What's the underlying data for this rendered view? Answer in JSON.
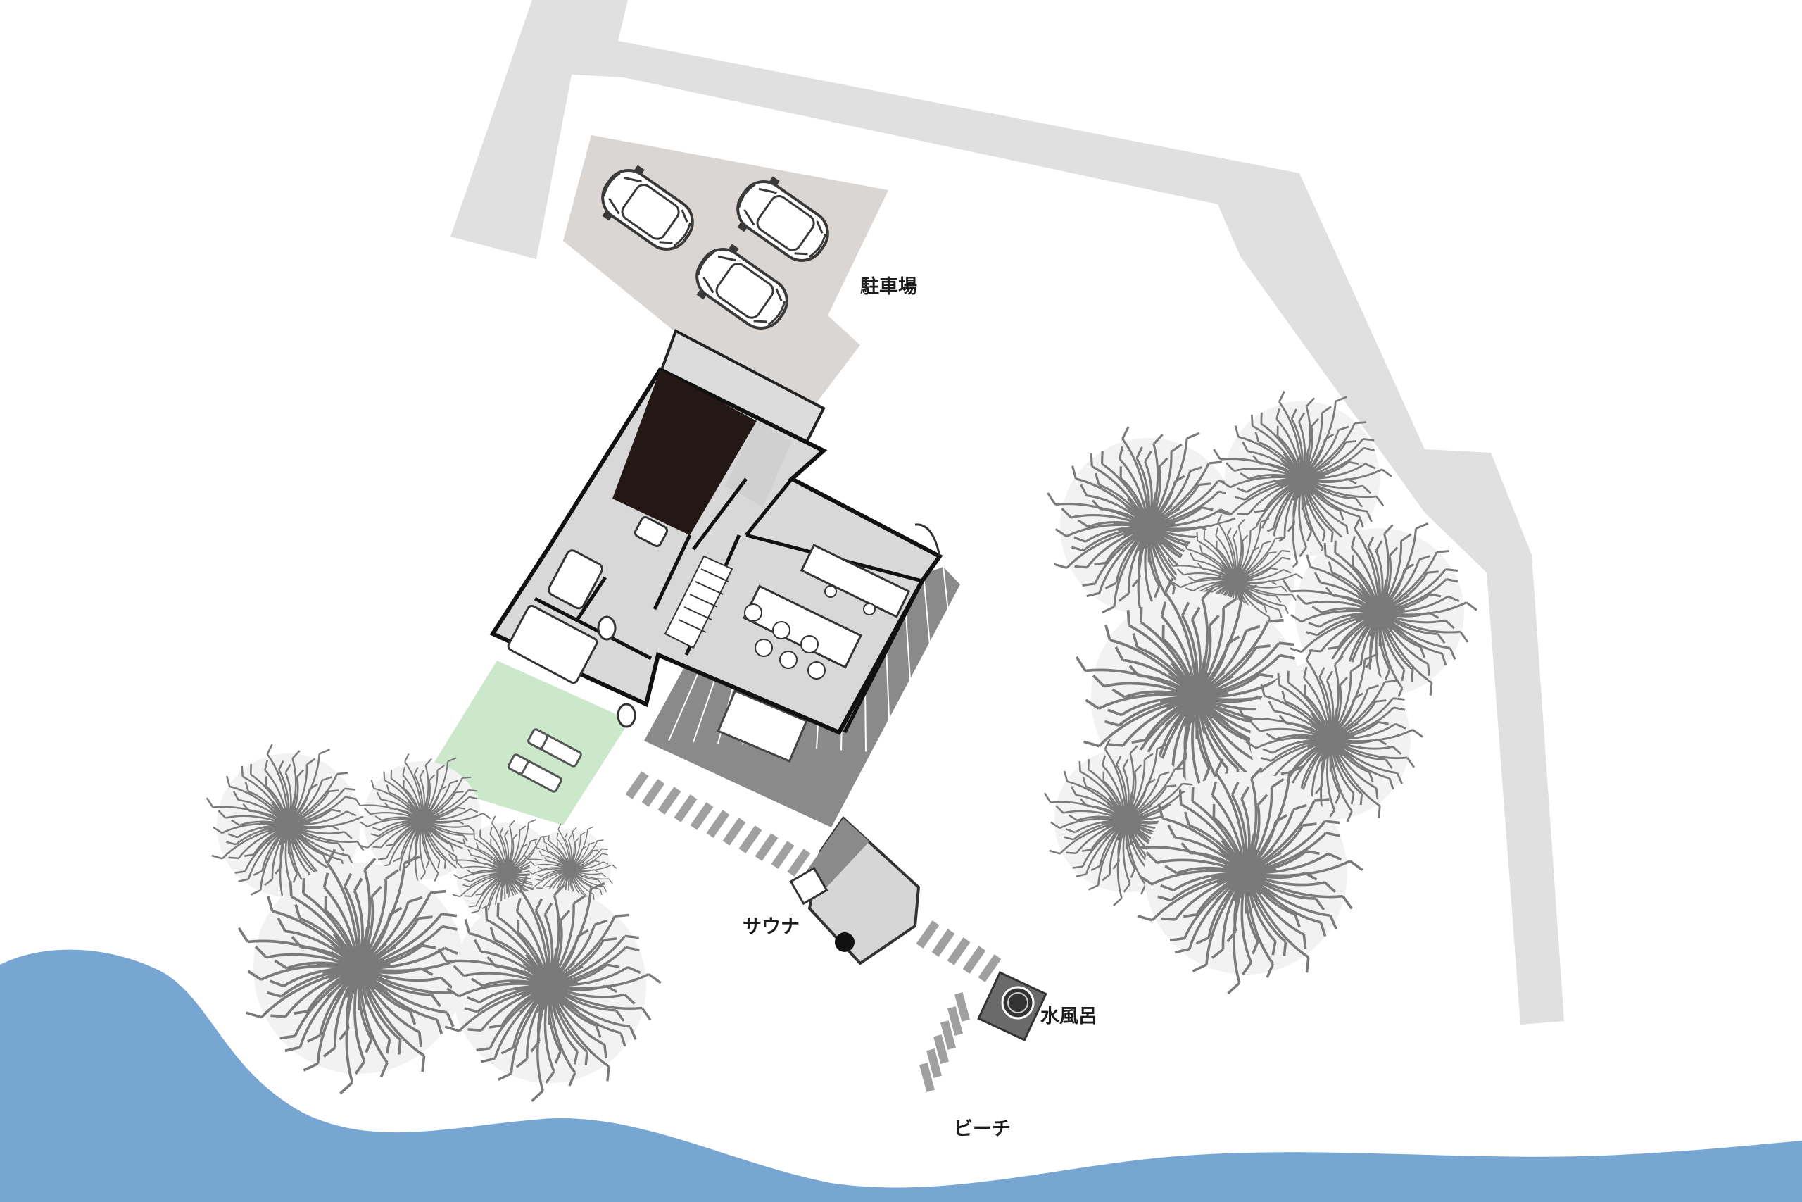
{
  "labels": {
    "parking": "駐車場",
    "sauna": "サウナ",
    "cold_bath": "水風呂",
    "beach": "ビーチ"
  },
  "colors": {
    "road": "#e0e0e0",
    "parking_lot": "#d9d6d3",
    "house_floor": "#d8d8d8",
    "dark_room": "#231815",
    "lawn": "#cce8cb",
    "deck": "#8a8a8a",
    "sea": "#78a6d2",
    "tree_stroke": "#7a7a7a",
    "tree_fill": "#eeeeee"
  },
  "legend_icons": [
    "car-icon",
    "tree-icon",
    "sun-lounger-icon",
    "cold-bath-tub-icon",
    "sauna-stove-icon"
  ]
}
